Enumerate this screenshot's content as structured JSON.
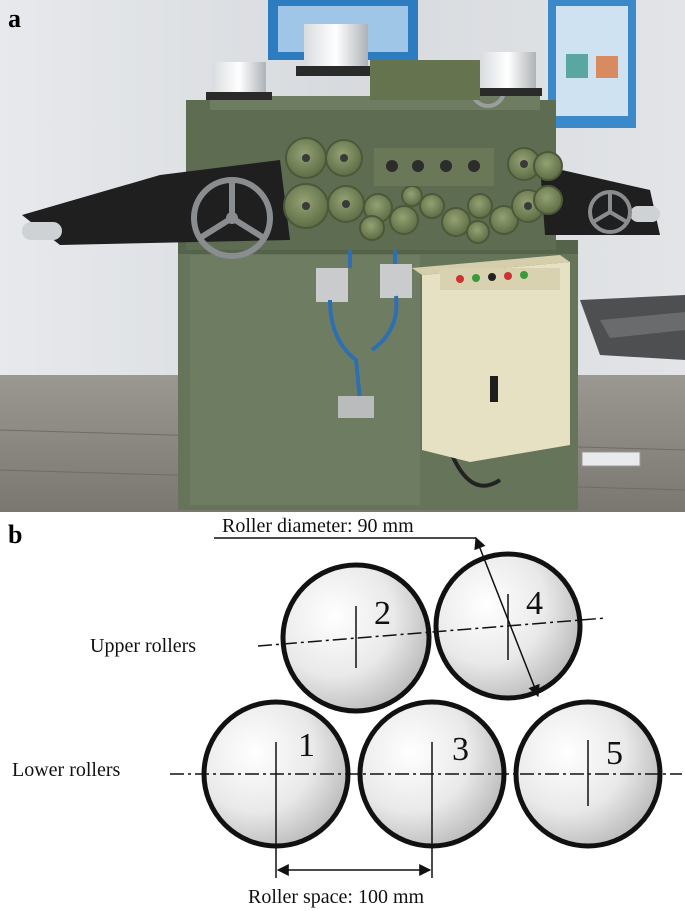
{
  "panels": {
    "a": "a",
    "b": "b"
  },
  "photo": {
    "subject": "roller-straightening-machine",
    "colors": {
      "machine_green": "#68775a",
      "gear_green": "#7c8c5e",
      "control_box": "#e6e1c2",
      "wall": "#dfe2e5",
      "floor": "#8a8781"
    }
  },
  "diagram": {
    "roller_diameter_label": "Roller diameter: 90 mm",
    "roller_space_label": "Roller space: 100 mm",
    "upper_rollers_label": "Upper rollers",
    "lower_rollers_label": "Lower rollers",
    "roller_numbers": [
      "1",
      "2",
      "3",
      "4",
      "5"
    ]
  }
}
